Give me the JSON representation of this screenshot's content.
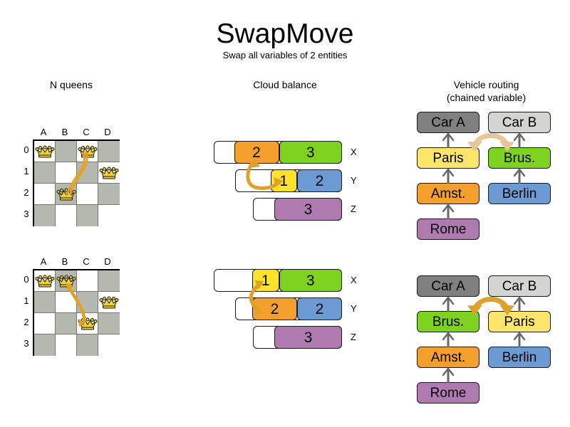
{
  "header": {
    "title": "SwapMove",
    "subtitle": "Swap all variables of 2 entities"
  },
  "columns": {
    "nqueens": "N queens",
    "cloud": "Cloud balance",
    "vrp_line1": "Vehicle routing",
    "vrp_line2": "(chained variable)"
  },
  "colors": {
    "board_light": "#ffffff",
    "board_dark": "#b5b8ae",
    "queen_gold": "#f2d22e",
    "orange": "#f5a02d",
    "green": "#7ed321",
    "yellow": "#fbe329",
    "blue": "#6b9bd2",
    "purple": "#af7ab0",
    "car_a_gray": "#808080",
    "car_b_gray": "#d4d4d0",
    "arrow_pale": "#e7c79a",
    "arrow_strong": "#e0a12c",
    "outline": "#1a1a1a",
    "chain_arrow": "#676767"
  },
  "nqueens": {
    "column_labels": [
      "A",
      "B",
      "C",
      "D"
    ],
    "row_labels": [
      "0",
      "1",
      "2",
      "3"
    ],
    "before": {
      "queens": [
        {
          "row": 0,
          "col": 0
        },
        {
          "row": 0,
          "col": 2
        },
        {
          "row": 1,
          "col": 3
        },
        {
          "row": 2,
          "col": 1
        }
      ],
      "move_arrow": {
        "from_row": 0,
        "from_col": 2,
        "to_row": 2,
        "to_col": 1,
        "style": "curved"
      }
    },
    "after": {
      "queens": [
        {
          "row": 0,
          "col": 0
        },
        {
          "row": 0,
          "col": 1
        },
        {
          "row": 1,
          "col": 3
        },
        {
          "row": 2,
          "col": 2
        }
      ],
      "move_arrow": {
        "from_row": 0,
        "from_col": 1,
        "to_row": 2,
        "to_col": 2,
        "style": "double"
      }
    }
  },
  "cloud": {
    "before": {
      "rows": [
        {
          "label": "X",
          "segments": [
            {
              "value": "2",
              "color": "#f5a02d"
            },
            {
              "value": "3",
              "color": "#7ed321"
            }
          ]
        },
        {
          "label": "Y",
          "segments": [
            {
              "value": "1",
              "color": "#fbe329"
            },
            {
              "value": "2",
              "color": "#6b9bd2"
            }
          ]
        },
        {
          "label": "Z",
          "segments": [
            {
              "value": "3",
              "color": "#af7ab0"
            }
          ]
        }
      ]
    },
    "after": {
      "rows": [
        {
          "label": "X",
          "segments": [
            {
              "value": "1",
              "color": "#fbe329"
            },
            {
              "value": "3",
              "color": "#7ed321"
            }
          ]
        },
        {
          "label": "Y",
          "segments": [
            {
              "value": "2",
              "color": "#f5a02d"
            },
            {
              "value": "2",
              "color": "#6b9bd2"
            }
          ]
        },
        {
          "label": "Z",
          "segments": [
            {
              "value": "3",
              "color": "#af7ab0"
            }
          ]
        }
      ]
    }
  },
  "vrp": {
    "before": {
      "chain_a": [
        {
          "label": "Car A",
          "color": "#808080"
        },
        {
          "label": "Paris",
          "color": "#fbe56a"
        },
        {
          "label": "Amst.",
          "color": "#f5a02d"
        },
        {
          "label": "Rome",
          "color": "#af7ab0"
        }
      ],
      "chain_b": [
        {
          "label": "Car B",
          "color": "#d4d4d0"
        },
        {
          "label": "Brus.",
          "color": "#7ed321"
        },
        {
          "label": "Berlin",
          "color": "#6b9bd2"
        }
      ],
      "swap_arrow_color": "#e7c79a"
    },
    "after": {
      "chain_a": [
        {
          "label": "Car A",
          "color": "#808080"
        },
        {
          "label": "Brus.",
          "color": "#7ed321"
        },
        {
          "label": "Amst.",
          "color": "#f5a02d"
        },
        {
          "label": "Rome",
          "color": "#af7ab0"
        }
      ],
      "chain_b": [
        {
          "label": "Car B",
          "color": "#d4d4d0"
        },
        {
          "label": "Paris",
          "color": "#fbe56a"
        },
        {
          "label": "Berlin",
          "color": "#6b9bd2"
        }
      ],
      "swap_arrow_color": "#e0a12c"
    }
  }
}
